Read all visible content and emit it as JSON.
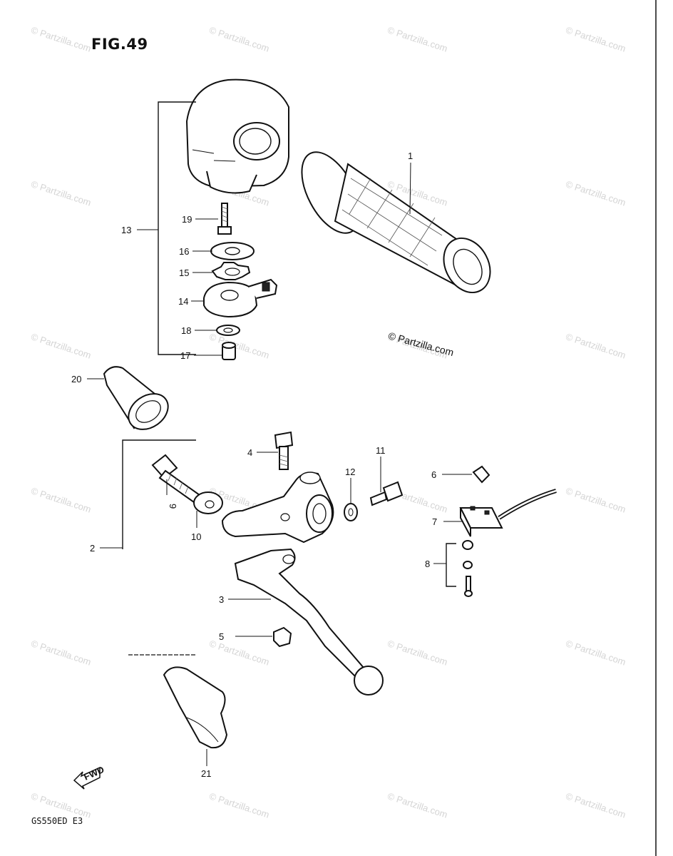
{
  "figure": {
    "title": "FIG.49",
    "model_code": "GS550ED E3",
    "copyright": "© Partzilla.com",
    "watermark": "© Partzilla.com",
    "direction_badge": "FWD"
  },
  "callouts": [
    "1",
    "2",
    "3",
    "4",
    "5",
    "6",
    "7",
    "8",
    "9",
    "10",
    "11",
    "12",
    "13",
    "14",
    "15",
    "16",
    "17",
    "18",
    "19",
    "20",
    "21"
  ],
  "icons": {
    "direction_arrow": "fwd-arrow-icon"
  }
}
